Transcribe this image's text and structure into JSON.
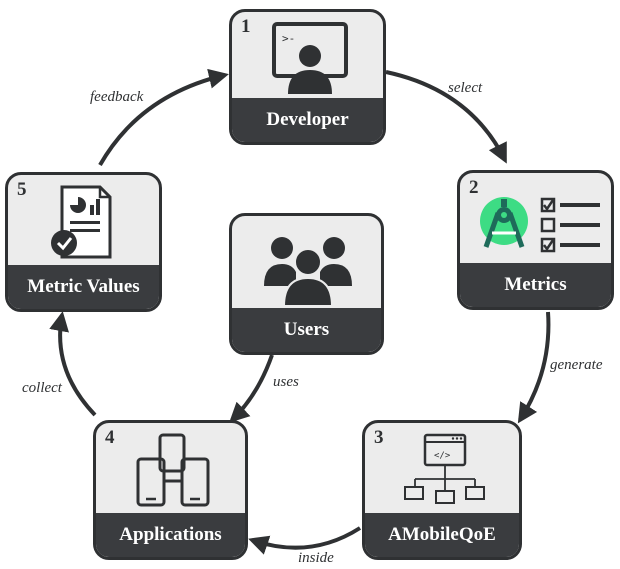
{
  "nodes": {
    "developer": {
      "number": "1",
      "label": "Developer"
    },
    "metrics": {
      "number": "2",
      "label": "Metrics"
    },
    "amobileqoe": {
      "number": "3",
      "label": "AMobileQoE"
    },
    "applications": {
      "number": "4",
      "label": "Applications"
    },
    "metric_values": {
      "number": "5",
      "label": "Metric Values"
    },
    "users": {
      "label": "Users"
    }
  },
  "edges": {
    "select": "select",
    "generate": "generate",
    "inside": "inside",
    "collect": "collect",
    "feedback": "feedback",
    "uses": "uses"
  },
  "colors": {
    "card_fill": "#ececec",
    "label_bar": "#3a3c3f",
    "border": "#2f3133",
    "android_green": "#3ddc84",
    "android_teal": "#1e6b5a"
  }
}
